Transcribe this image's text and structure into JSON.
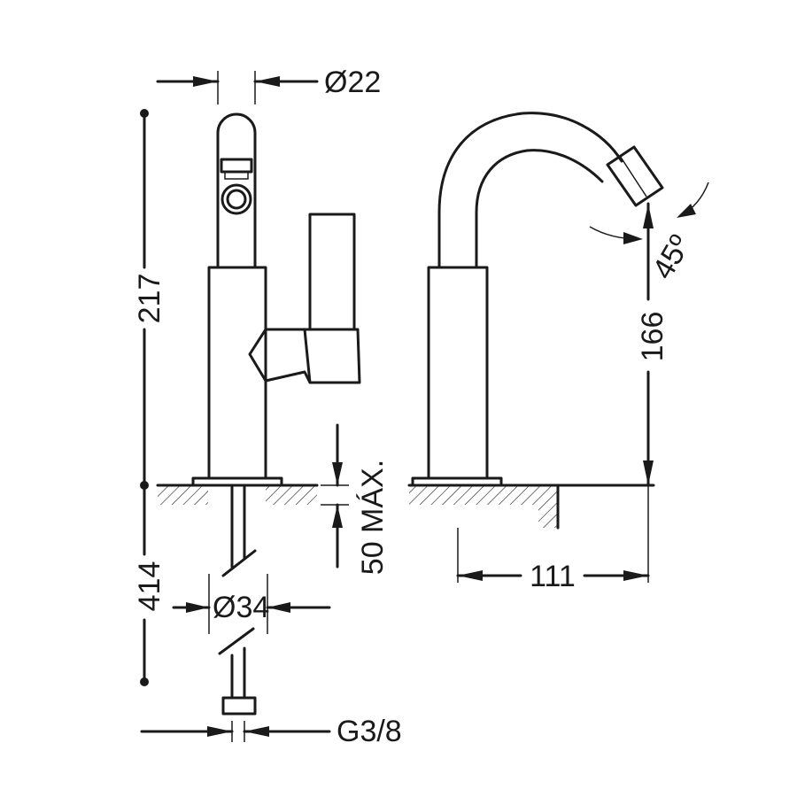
{
  "dimensions": {
    "nozzle_diameter": "Ø22",
    "overall_height": "217",
    "spout_height": "166",
    "tilt_angle": "45º",
    "max_deck_thickness": "50 MÁX.",
    "tail_length": "414",
    "tail_diameter": "Ø34",
    "spout_reach": "111",
    "connection_thread": "G3/8"
  }
}
